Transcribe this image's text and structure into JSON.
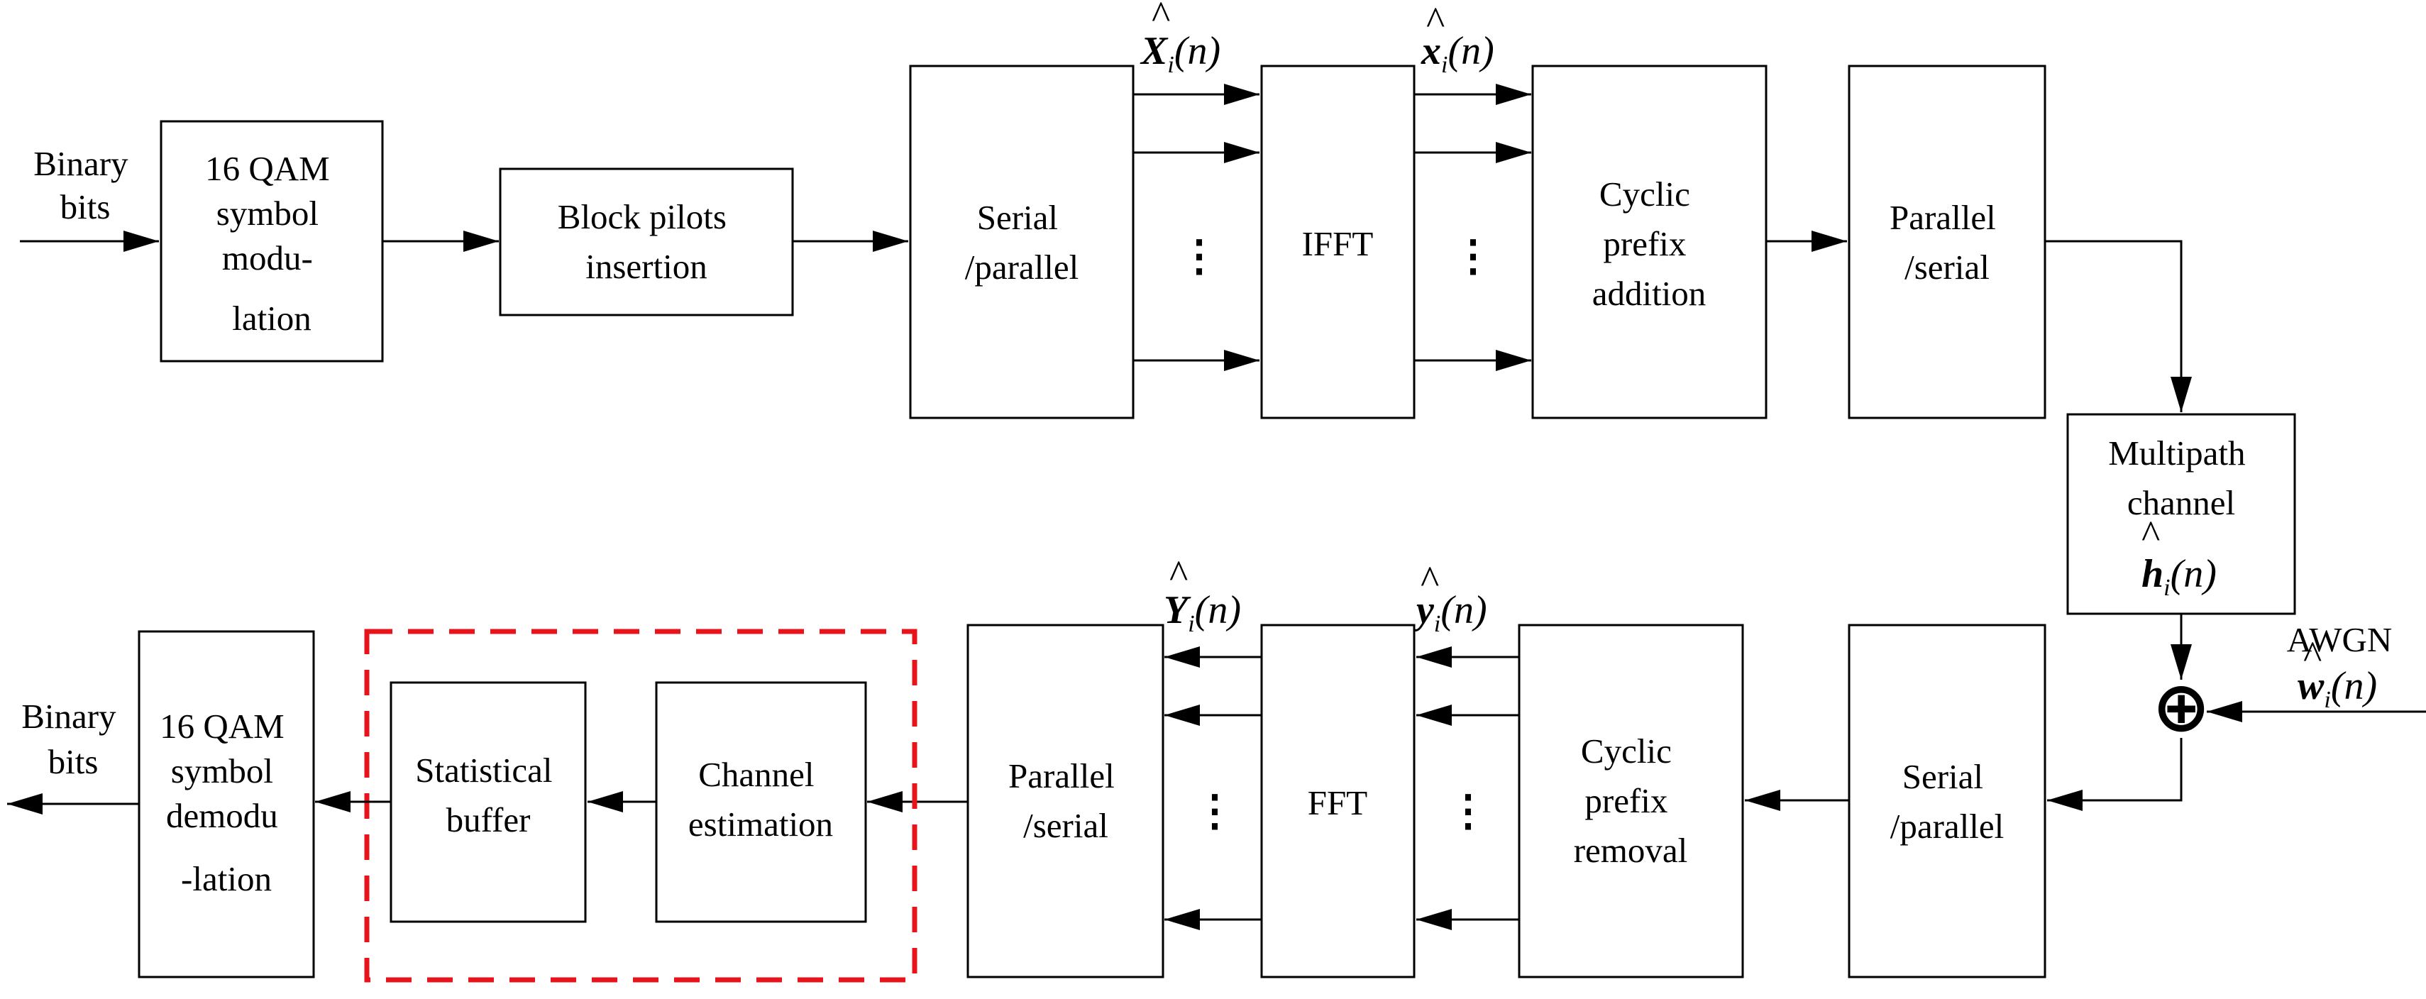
{
  "transmitter": {
    "input_label": [
      "Binary",
      "bits"
    ],
    "qam_mod": [
      "16 QAM",
      "symbol",
      "modu-",
      "lation"
    ],
    "pilot_insertion": [
      "Block pilots",
      "insertion"
    ],
    "serial_parallel": [
      "Serial",
      "/parallel"
    ],
    "ifft": "IFFT",
    "cp_addition": [
      "Cyclic",
      "prefix",
      "addition"
    ],
    "parallel_serial": [
      "Parallel",
      "/serial"
    ],
    "signal_X": {
      "base": "X",
      "sub": "i",
      "arg": "(n)"
    },
    "signal_x": {
      "base": "x",
      "sub": "i",
      "arg": "(n)"
    }
  },
  "channel": {
    "multipath": [
      "Multipath",
      "channel"
    ],
    "signal_h": {
      "base": "h",
      "sub": "i",
      "arg": "(n)"
    },
    "awgn_label": "AWGN",
    "signal_w": {
      "base": "w",
      "sub": "i",
      "arg": "(n)"
    },
    "adder_symbol": "⊕"
  },
  "receiver": {
    "serial_parallel": [
      "Serial",
      "/parallel"
    ],
    "cp_removal": [
      "Cyclic",
      "prefix",
      "removal"
    ],
    "fft": "FFT",
    "parallel_serial": [
      "Parallel",
      "/serial"
    ],
    "channel_estimation": [
      "Channel",
      "estimation"
    ],
    "statistical_buffer": [
      "Statistical",
      "buffer"
    ],
    "qam_demod": [
      "16 QAM",
      "symbol",
      "demodu",
      "-lation"
    ],
    "output_label": [
      "Binary",
      "bits"
    ],
    "signal_Y": {
      "base": "Y",
      "sub": "i",
      "arg": "(n)"
    },
    "signal_y": {
      "base": "y",
      "sub": "i",
      "arg": "(n)"
    }
  },
  "dots_glyph": "⋮",
  "colors": {
    "highlight_box": "#e8141c",
    "line": "#000000"
  }
}
